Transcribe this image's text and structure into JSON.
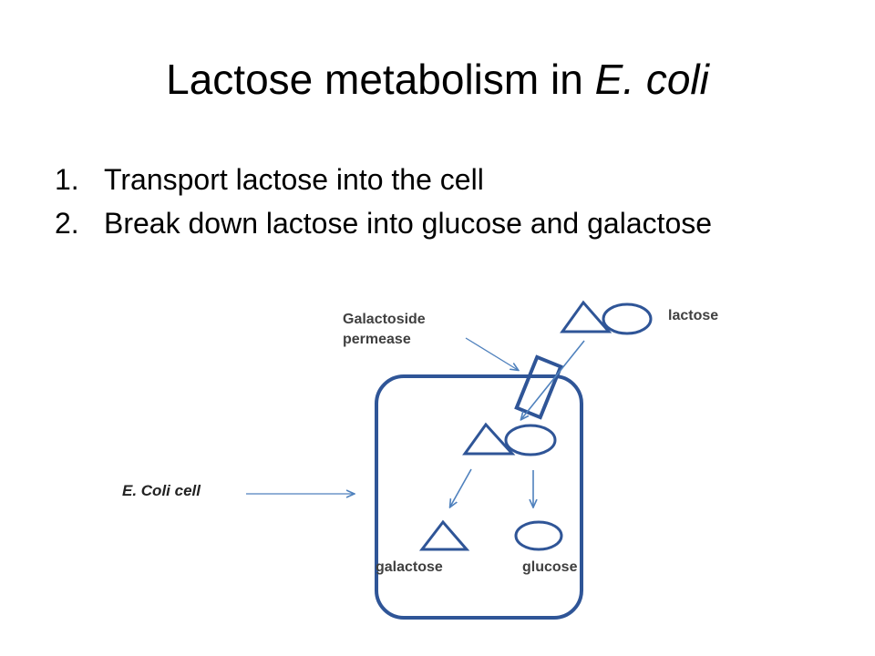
{
  "slide": {
    "title_main": "Lactose metabolism in ",
    "title_italic": "E. coli",
    "bullets": [
      {
        "num": "1.",
        "text": "Transport lactose into the cell"
      },
      {
        "num": "2.",
        "text": "Break down lactose into glucose and galactose"
      }
    ]
  },
  "diagram": {
    "labels": {
      "permease_line1": "Galactoside",
      "permease_line2": "permease",
      "lactose": "lactose",
      "galactose": "galactose",
      "glucose": "glucose",
      "cell": "E. Coli cell"
    },
    "colors": {
      "shape_stroke": "#2f5597",
      "arrow": "#4f81bd",
      "text": "#000000"
    }
  }
}
